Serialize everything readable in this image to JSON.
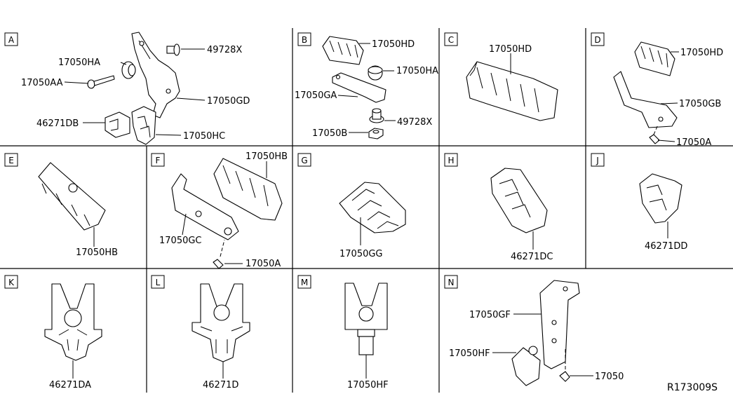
{
  "sections": [
    {
      "letter": "A",
      "labels": [
        "17050HA",
        "49728X",
        "17050AA",
        "17050GD",
        "46271DB",
        "17050HC"
      ]
    },
    {
      "letter": "B",
      "labels": [
        "17050HD",
        "17050HA",
        "17050GA",
        "49728X",
        "17050B"
      ]
    },
    {
      "letter": "C",
      "labels": [
        "17050HD"
      ]
    },
    {
      "letter": "D",
      "labels": [
        "17050HD",
        "17050GB",
        "17050A"
      ]
    },
    {
      "letter": "E",
      "labels": [
        "17050HB"
      ]
    },
    {
      "letter": "F",
      "labels": [
        "17050HB",
        "17050GC",
        "17050A"
      ]
    },
    {
      "letter": "G",
      "labels": [
        "17050GG"
      ]
    },
    {
      "letter": "H",
      "labels": [
        "46271DC"
      ]
    },
    {
      "letter": "J",
      "labels": [
        "46271DD"
      ]
    },
    {
      "letter": "K",
      "labels": [
        "46271DA"
      ]
    },
    {
      "letter": "L",
      "labels": [
        "46271D"
      ]
    },
    {
      "letter": "M",
      "labels": [
        "17050HF"
      ]
    },
    {
      "letter": "N",
      "labels": [
        "17050GF",
        "17050HF",
        "17050"
      ]
    }
  ],
  "diagram_code": "R173009S"
}
